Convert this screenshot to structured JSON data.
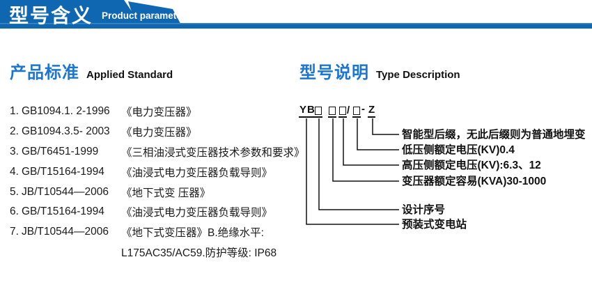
{
  "header": {
    "title_cn": "型号含义",
    "title_en": "Product parameters"
  },
  "colors": {
    "banner_blue": "#0f66b1",
    "heading_blue": "#1b76d3",
    "text_dark": "#1a1a1a"
  },
  "left_section": {
    "heading_cn": "产品标准",
    "heading_en": "Applied Standard",
    "standards": [
      {
        "num": "1.",
        "code": "GB1094.1. 2-1996",
        "title": "《电力变压器》"
      },
      {
        "num": "2.",
        "code": "GB1094.3.5- 2003",
        "title": "《电力变压器》"
      },
      {
        "num": "3.",
        "code": "GB/T6451-1999",
        "title": "《三相油浸式变压器技术参数和要求》"
      },
      {
        "num": "4.",
        "code": "GB/T15164-1994",
        "title": "《油浸式电力变压器负载导则》"
      },
      {
        "num": "5.",
        "code": "JB/T10544—2006",
        "title": "《地下式变 压器》"
      },
      {
        "num": "6.",
        "code": "GB/T15164-1994",
        "title": "《油浸式电力变压器负载导则》"
      },
      {
        "num": "7.",
        "code": "JB/T10544—2006",
        "title": "《地下式变压器》B.绝缘水平:"
      }
    ],
    "continuation": "L175AC35/AC59.防护等级: IP68"
  },
  "right_section": {
    "heading_cn": "型号说明",
    "heading_en": "Type Description",
    "model": {
      "prefix": "YB",
      "slash": "/",
      "dash": "-",
      "suffix": "Z"
    },
    "labels": [
      "智能型后缀，无此后缀则为普通地埋变",
      "低压侧额定电压(KV)0.4",
      "高压侧额定电压(KV):6.3、12",
      "变压器额定容易(KVA)30-1000",
      "设计序号",
      "预装式变电站"
    ]
  }
}
